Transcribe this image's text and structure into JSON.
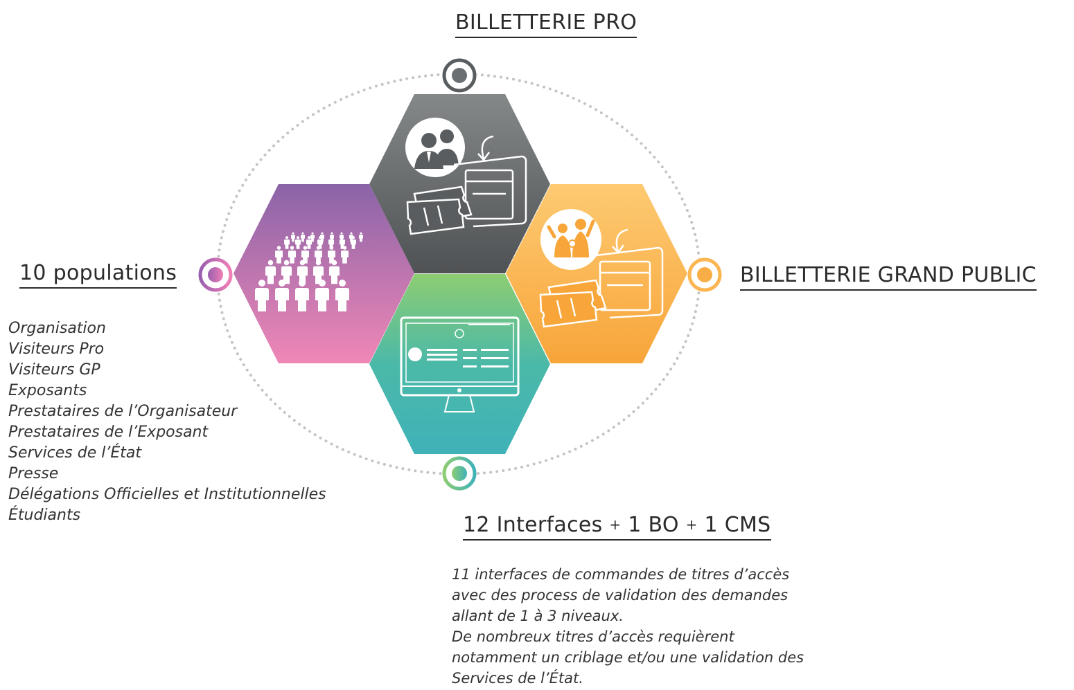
{
  "headings": {
    "pro": "BILLETTERIE PRO",
    "grand_public": "BILLETTERIE GRAND PUBLIC",
    "populations": "10 populations",
    "interfaces": {
      "part1": "12 Interfaces ",
      "plus1": "+",
      "part2": " 1 BO ",
      "plus2": "+",
      "part3": " 1 CMS"
    }
  },
  "populations": [
    "Organisation",
    "Visiteurs Pro",
    "Visiteurs GP",
    "Exposants",
    "Prestataires de l’Organisateur",
    "Prestataires de l’Exposant",
    "Services de l’État",
    "Presse",
    "Délégations Officielles et Institutionnelles",
    "Étudiants"
  ],
  "interfaces_description": [
    "11 interfaces de commandes de titres d’accès avec des process de validation des demandes allant de 1 à 3 niveaux.",
    "De nombreux titres d’accès requièrent notamment un criblage et/ou une validation des Services de l’État."
  ],
  "colors": {
    "pro_top": "#858889",
    "pro_bottom": "#4f5254",
    "grand_public_top": "#fdca72",
    "grand_public_bottom": "#f8a53a",
    "populations_top": "#8a64a8",
    "populations_bottom": "#f087b6",
    "interfaces_top": "#8dcd72",
    "interfaces_bottom": "#3fb2b8",
    "ring_dots": "#c4c4c4",
    "text": "#2b2b2b"
  },
  "icons": {
    "pro": [
      "business-people-icon",
      "ticket-window-icon",
      "tickets-icon"
    ],
    "grand_public": [
      "family-icon",
      "ticket-window-icon",
      "tickets-icon"
    ],
    "populations": [
      "crowd-icon"
    ],
    "interfaces": [
      "monitor-icon"
    ]
  }
}
